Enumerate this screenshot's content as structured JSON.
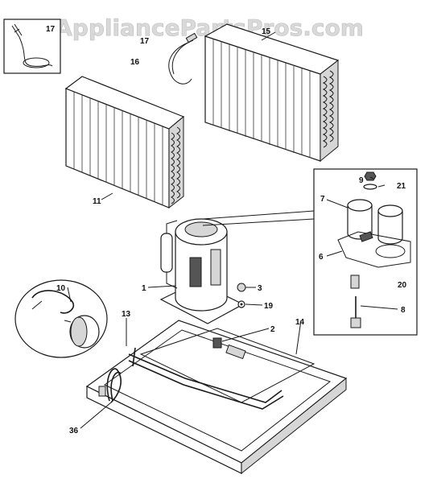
{
  "watermark": "AppliancePartsPros.com",
  "callouts": [
    {
      "id": "c17a",
      "text": "17"
    },
    {
      "id": "c17b",
      "text": "17"
    },
    {
      "id": "c16",
      "text": "16"
    },
    {
      "id": "c15",
      "text": "15"
    },
    {
      "id": "c11",
      "text": "11"
    },
    {
      "id": "c9",
      "text": "9"
    },
    {
      "id": "c21",
      "text": "21"
    },
    {
      "id": "c7",
      "text": "7"
    },
    {
      "id": "c6",
      "text": "6"
    },
    {
      "id": "c20",
      "text": "20"
    },
    {
      "id": "c8",
      "text": "8"
    },
    {
      "id": "c10",
      "text": "10"
    },
    {
      "id": "c1",
      "text": "1"
    },
    {
      "id": "c3",
      "text": "3"
    },
    {
      "id": "c19",
      "text": "19"
    },
    {
      "id": "c2",
      "text": "2"
    },
    {
      "id": "c13",
      "text": "13"
    },
    {
      "id": "c14",
      "text": "14"
    },
    {
      "id": "c36",
      "text": "36"
    }
  ]
}
